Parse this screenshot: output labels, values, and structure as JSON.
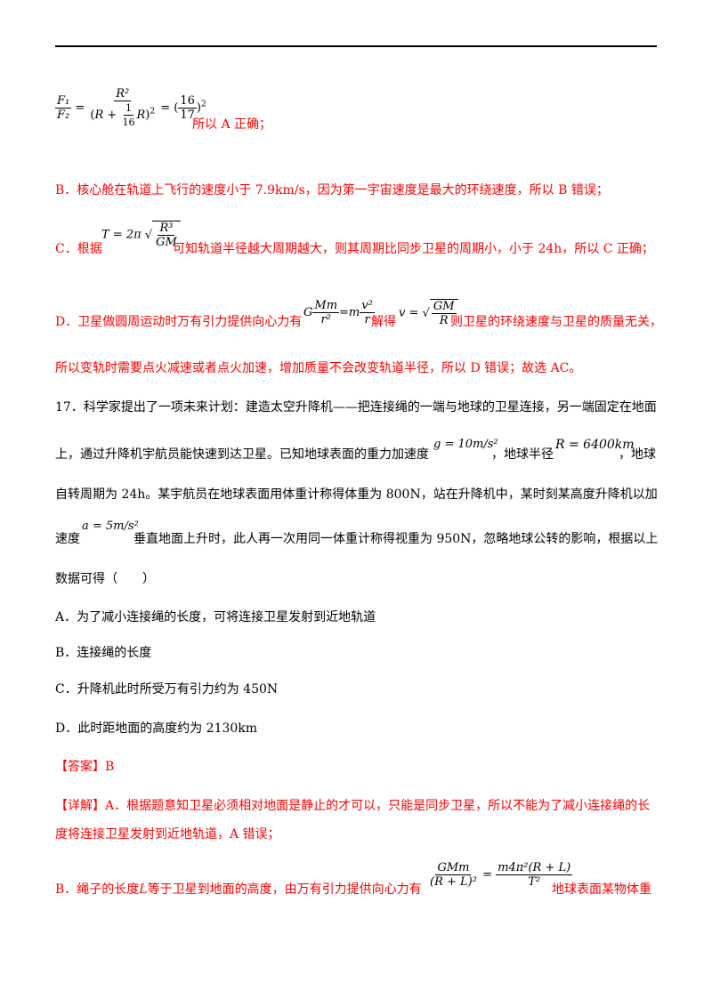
{
  "fragments": {
    "f1_num": "F₁",
    "f2_den": "F₂",
    "r2": "R²",
    "r_plus": "R + ",
    "one": "1",
    "sixteen": "16",
    "r_end": "R",
    "eq": "=",
    "n16": "16",
    "n17": "17",
    "sq": "2",
    "a_correct": "所以 A 正确；",
    "option_b": "B．核心舱在轨道上飞行的速度小于 7.9km/s，因为第一宇宙速度是最大的环绕速度，所以 B 错误；",
    "c_start": "C．根据",
    "t_eq": "T = 2π",
    "r3": "R³",
    "gm": "GM",
    "c_rest": "可知轨道半径越大周期越大，则其周期比同步卫星的周期小，小于 24h，所以 C 正确；",
    "d_start": "D．卫星做圆周运动时万有引力提供向心力有",
    "g_letter": "G",
    "mm": "Mm",
    "r_sq": "r²",
    "eq_m": "=m",
    "v_sq": "v²",
    "r": "r",
    "jiede": "解得",
    "v_eq": "v =",
    "gm2": "GM",
    "r_big": "R",
    "d_rest": "则卫星的环绕速度与卫星的质量无关，",
    "d_line2": "所以变轨时需要点火减速或者点火加速，增加质量不会改变轨道半径，所以 D 错误；故选 AC。"
  },
  "question": {
    "line1": "17．科学家提出了一项未来计划：建造太空升降机——把连接绳的一端与地球的卫星连接，另一端固定在地面",
    "line2a": "上，通过升降机宇航员能快速到达卫星。已知地球表面的重力加速度",
    "g_val": "g = 10m/s²",
    "line2b": "，地球半径",
    "r_val": "R = 6400km",
    "line2c": "，地球",
    "line3": "自转周期为 24h。某宇航员在地球表面用体重计称得体重为 800N，站在升降机中，某时刻某高度升降机以加",
    "line4a": "速度",
    "a_val": "a = 5m/s²",
    "line4b": "垂直地面上升时，此人再一次用同一体重计称得视重为 950N，忽略地球公转的影响，根据以上",
    "line5": "数据可得（　　）",
    "optA": "A．为了减小连接绳的长度，可将连接卫星发射到近地轨道",
    "optB": "B．连接绳的长度",
    "optC": "C．升降机此时所受万有引力约为 450N",
    "optD": "D．此时距地面的高度约为 2130km"
  },
  "answer": {
    "label": "【答案】B",
    "detail_label": "【详解】",
    "detail1": "A．根据题意知卫星必须相对地面是静止的才可以，只能是同步卫星，所以不能为了减小连接绳的长",
    "detail2": "度将连接卫星发射到近地轨道，A 错误；",
    "b_start": "B．绳子的长度",
    "L": "L",
    "b_mid": "等于卫星到地面的高度，由万有引力提供向心力有",
    "gmm": "GMm",
    "rl_sq": "(R + L)²",
    "eq2": "=",
    "m4p": "m4π²(R + L)",
    "t_sq": "T²",
    "b_end": "地球表面某物体重"
  },
  "colors": {
    "answer_text": "#ff0000",
    "body_text": "#000000"
  }
}
